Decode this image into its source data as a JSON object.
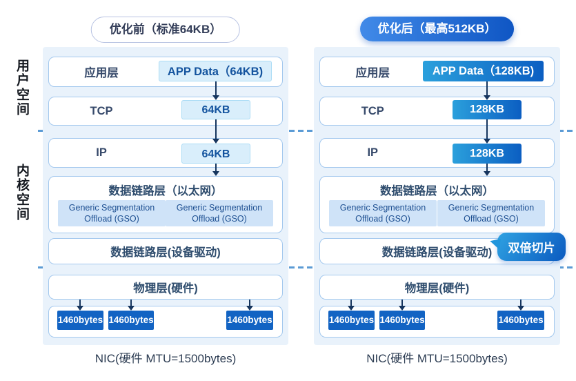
{
  "pills": {
    "before": "优化前（标准64KB）",
    "after": "优化后（最高512KB）"
  },
  "space_labels": {
    "user_space": "用户空间",
    "kernel_space": "内核空间"
  },
  "columns": {
    "before": {
      "app_layer": "应用层",
      "app_data": "APP Data（64KB)",
      "tcp": "TCP",
      "tcp_value": "64KB",
      "ip": "IP",
      "ip_value": "64KB",
      "ethernet_title": "数据链路层（以太网）",
      "gso": "Generic Segmentation Offload (GSO)",
      "driver": "数据链路层(设备驱动)",
      "physical": "物理层(硬件)",
      "slices": [
        "1460bytes",
        "1460bytes",
        "1460bytes"
      ],
      "nic": "NIC(硬件 MTU=1500bytes)"
    },
    "after": {
      "app_layer": "应用层",
      "app_data": "APP Data（128KB)",
      "tcp": "TCP",
      "tcp_value": "128KB",
      "ip": "IP",
      "ip_value": "128KB",
      "ethernet_title": "数据链路层（以太网）",
      "gso": "Generic Segmentation Offload (GSO)",
      "driver": "数据链路层(设备驱动)",
      "physical": "物理层(硬件)",
      "slices": [
        "1460bytes",
        "1460bytes",
        "1460bytes"
      ],
      "callout": "双倍切片",
      "nic": "NIC(硬件 MTU=1500bytes)"
    }
  },
  "colors": {
    "accent_blue": "#0f56c4",
    "gradient_light": "#2ba0dc",
    "panel_bg": "#e9f2fb",
    "light_value_bg": "#d9eefb",
    "gso_bg": "#cfe3f8",
    "slice_bg": "#1263c3",
    "dash_line": "#5b9bd5",
    "box_border": "#a3c8ee"
  }
}
